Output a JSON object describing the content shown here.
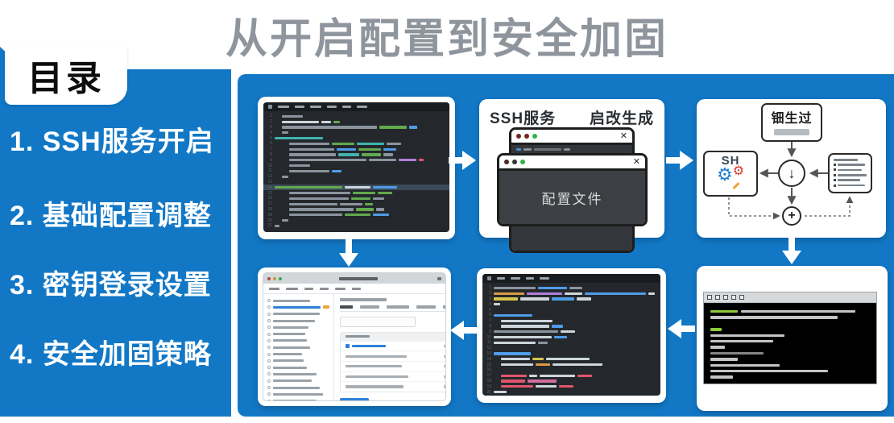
{
  "title": "从开启配置到安全加固",
  "toc": {
    "header": "目录",
    "items": [
      "1. SSH服务开启",
      "2. 基础配置调整",
      "3. 密钥登录设置",
      "4. 安全加固策略"
    ]
  },
  "colors": {
    "primary_blue": "#1278c6",
    "title_gray": "#8f959c",
    "arrow_white": "#ffffff",
    "diagram_stroke": "#555555"
  },
  "flow_labels": {
    "step2_left": "SSH服务",
    "step2_right": "启改生成",
    "step2_window": "配置文件",
    "step3_top": "钿生过",
    "step3_left": "SH"
  },
  "code_colors": {
    "gy": "#8b949e",
    "wt": "#cdd5dc",
    "gn": "#63a94e",
    "bl": "#4f9ce8",
    "te": "#3fb3ae",
    "pu": "#b07fd8",
    "or": "#d79a44",
    "yl": "#d6c44a",
    "rd": "#e0556b",
    "pk": "#cf6d9e",
    "tg": "#8fc93a",
    "tw": "#c4c4c4",
    "td": "#858585"
  },
  "editor1": {
    "menu_bars": [
      14,
      12,
      14,
      12,
      11,
      13
    ],
    "lines": [
      {
        "i": 1,
        "s": [
          [
            26,
            "gy"
          ]
        ]
      },
      {
        "i": 1,
        "s": [
          [
            46,
            "wt"
          ],
          [
            12,
            "wt"
          ],
          [
            8,
            "gn"
          ]
        ]
      },
      {
        "i": 1,
        "s": [
          [
            118,
            "gy"
          ],
          [
            34,
            "gn"
          ],
          [
            10,
            "bl"
          ]
        ]
      },
      {
        "i": 1,
        "s": [
          [
            8,
            "gy"
          ]
        ]
      },
      {
        "i": 0,
        "s": [
          [
            60,
            "te"
          ]
        ]
      },
      {
        "i": 2,
        "s": [
          [
            50,
            "gy"
          ],
          [
            28,
            "gn"
          ],
          [
            34,
            "te"
          ],
          [
            18,
            "gy"
          ]
        ]
      },
      {
        "i": 2,
        "s": [
          [
            56,
            "gy"
          ],
          [
            24,
            "bl"
          ],
          [
            28,
            "gn"
          ],
          [
            16,
            "bl"
          ]
        ]
      },
      {
        "i": 2,
        "s": [
          [
            58,
            "gy"
          ],
          [
            26,
            "te"
          ],
          [
            24,
            "gn"
          ],
          [
            12,
            "gy"
          ]
        ]
      },
      {
        "i": 2,
        "s": [
          [
            96,
            "gy"
          ],
          [
            34,
            "gy"
          ],
          [
            22,
            "pu"
          ],
          [
            6,
            "rd"
          ]
        ]
      },
      {
        "i": 2,
        "s": [
          [
            26,
            "gy"
          ]
        ]
      },
      {
        "i": 2,
        "s": [
          [
            50,
            "gy"
          ],
          [
            12,
            "bl"
          ]
        ]
      },
      {
        "i": 1,
        "s": [
          [
            8,
            "gy"
          ]
        ]
      },
      {
        "i": 0,
        "s": []
      },
      {
        "i": 0,
        "h": true,
        "s": [
          [
            84,
            "gn"
          ],
          [
            32,
            "wt"
          ],
          [
            30,
            "bl"
          ]
        ]
      },
      {
        "i": 2,
        "s": [
          [
            76,
            "gy"
          ],
          [
            28,
            "gn"
          ],
          [
            18,
            "gn"
          ]
        ]
      },
      {
        "i": 2,
        "s": [
          [
            74,
            "gy"
          ],
          [
            24,
            "gn"
          ],
          [
            14,
            "gy"
          ]
        ]
      },
      {
        "i": 2,
        "s": [
          [
            60,
            "gy"
          ],
          [
            28,
            "gy"
          ],
          [
            10,
            "gn"
          ]
        ]
      },
      {
        "i": 2,
        "s": [
          [
            80,
            "gy"
          ],
          [
            22,
            "gn"
          ],
          [
            10,
            "gy"
          ]
        ]
      },
      {
        "i": 2,
        "s": [
          [
            66,
            "gy"
          ],
          [
            32,
            "gn"
          ],
          [
            20,
            "bl"
          ]
        ]
      },
      {
        "i": 1,
        "s": [
          [
            8,
            "gy"
          ]
        ]
      },
      {
        "i": 0,
        "s": [
          [
            6,
            "gy"
          ]
        ]
      }
    ]
  },
  "editor2": {
    "menu_bars": [
      10,
      12,
      10,
      12
    ],
    "lines": [
      {
        "i": 0,
        "s": [
          [
            52,
            "gy"
          ],
          [
            36,
            "bl"
          ],
          [
            16,
            "gy"
          ]
        ]
      },
      {
        "i": 0,
        "s": [
          [
            38,
            "or"
          ],
          [
            44,
            "pu"
          ],
          [
            22,
            "wt"
          ],
          [
            76,
            "bl"
          ],
          [
            8,
            "wt"
          ]
        ]
      },
      {
        "i": 0,
        "s": [
          [
            30,
            "yl"
          ],
          [
            36,
            "wt"
          ],
          [
            28,
            "bl"
          ],
          [
            18,
            "wt"
          ]
        ]
      },
      {
        "i": 0,
        "s": [
          [
            8,
            "wt"
          ]
        ]
      },
      {
        "i": 0,
        "s": []
      },
      {
        "i": 0,
        "s": [
          [
            48,
            "bl"
          ]
        ]
      },
      {
        "i": 1,
        "s": [
          [
            64,
            "wt"
          ]
        ]
      },
      {
        "i": 1,
        "s": [
          [
            60,
            "wt"
          ],
          [
            14,
            "bl"
          ]
        ]
      },
      {
        "i": 0,
        "s": [
          [
            80,
            "gy"
          ],
          [
            18,
            "wt"
          ]
        ]
      },
      {
        "i": 0,
        "s": [
          [
            72,
            "wt"
          ],
          [
            16,
            "bl"
          ]
        ]
      },
      {
        "i": 0,
        "s": [
          [
            52,
            "wt"
          ],
          [
            12,
            "gy"
          ]
        ]
      },
      {
        "i": 0,
        "s": []
      },
      {
        "i": 0,
        "s": [
          [
            46,
            "bl"
          ]
        ]
      },
      {
        "i": 1,
        "s": [
          [
            36,
            "wt"
          ],
          [
            14,
            "yl"
          ],
          [
            54,
            "wt"
          ]
        ]
      },
      {
        "i": 1,
        "s": [
          [
            40,
            "wt"
          ],
          [
            18,
            "or"
          ],
          [
            62,
            "wt"
          ]
        ]
      },
      {
        "i": 0,
        "s": []
      },
      {
        "i": 1,
        "s": [
          [
            32,
            "rd"
          ],
          [
            10,
            "wt"
          ],
          [
            44,
            "wt"
          ],
          [
            18,
            "rd"
          ]
        ]
      },
      {
        "i": 1,
        "s": [
          [
            30,
            "rd"
          ],
          [
            36,
            "pk"
          ]
        ]
      },
      {
        "i": 1,
        "s": [
          [
            40,
            "rd"
          ],
          [
            26,
            "wt"
          ],
          [
            18,
            "rd"
          ]
        ]
      },
      {
        "i": 0,
        "s": [
          [
            16,
            "wt"
          ]
        ]
      },
      {
        "i": 0,
        "s": []
      },
      {
        "i": 0,
        "s": [
          [
            8,
            "wt"
          ]
        ]
      }
    ]
  },
  "terminal": {
    "glyph_count": 5,
    "lines": [
      {
        "s": [
          [
            34,
            "tg"
          ],
          [
            142,
            "tw"
          ]
        ]
      },
      {
        "s": [
          [
            158,
            "tw"
          ]
        ]
      },
      {
        "s": []
      },
      {
        "s": [
          [
            14,
            "tg"
          ]
        ]
      },
      {
        "s": [
          [
            92,
            "tw"
          ]
        ]
      },
      {
        "s": [
          [
            78,
            "tw"
          ]
        ]
      },
      {
        "s": [
          [
            18,
            "tw"
          ]
        ]
      },
      {
        "s": [
          [
            66,
            "td"
          ]
        ]
      },
      {
        "s": [
          [
            34,
            "tw"
          ]
        ]
      },
      {
        "s": [
          [
            86,
            "tw"
          ]
        ]
      },
      {
        "s": [
          [
            146,
            "tw"
          ]
        ]
      },
      {
        "s": [
          [
            28,
            "tw"
          ]
        ]
      }
    ]
  },
  "app_window": {
    "titlebar_dots": [
      "#b44a3c",
      "#c89a3a",
      "#3aa65a"
    ],
    "menu_bars": [
      13,
      15,
      11,
      11,
      13,
      11
    ],
    "sidebar_rows": [
      {
        "w": 46
      },
      {
        "w": 62,
        "active": true,
        "tag": true
      },
      {
        "w": 58
      },
      {
        "w": 52
      },
      {
        "w": 44
      },
      {
        "w": 40
      },
      {
        "w": 42
      },
      {
        "w": 46
      },
      {
        "w": 36
      },
      {
        "w": 38
      },
      {
        "w": 42
      },
      {
        "w": 54
      },
      {
        "w": 48
      },
      {
        "w": 58
      },
      {
        "w": 62
      },
      {
        "w": 54
      },
      {
        "w": 50
      }
    ],
    "tabs": [
      16,
      24,
      28,
      24,
      18,
      14
    ],
    "list_rows": [
      {
        "w": 42,
        "link": true
      },
      {
        "w": 76
      },
      {
        "w": 70
      },
      {
        "w": 78
      },
      {
        "w": 72
      }
    ]
  }
}
